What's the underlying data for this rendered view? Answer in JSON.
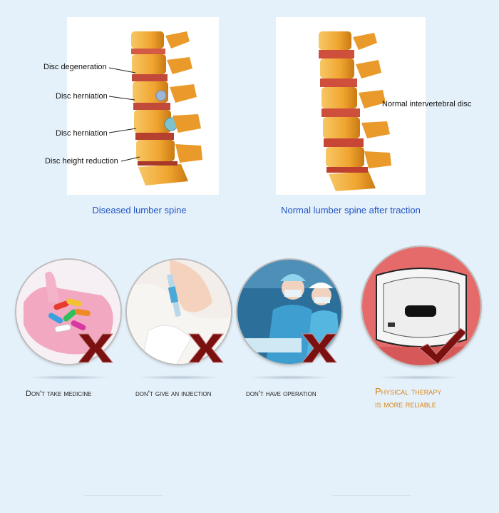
{
  "diseased_panel": {
    "labels": [
      "Disc degeneration",
      "Disc herniation",
      "Disc herniation",
      "Disc height reduction"
    ],
    "caption": "Diseased lumber spine"
  },
  "normal_panel": {
    "label": "Normal intervertebral disc",
    "caption": "Normal lumber spine after traction"
  },
  "treatments": [
    {
      "label": "Don't take medicine",
      "status": "x"
    },
    {
      "label": "don't give an injection",
      "status": "x"
    },
    {
      "label": "don't have operation",
      "status": "x"
    },
    {
      "label_line1": "Physical therapy",
      "label_line2": "is more reliable",
      "status": "check"
    }
  ],
  "colors": {
    "caption": "#2255c4",
    "x_mark": "#7a1010",
    "check_mark": "#7a1010",
    "good_label": "#d98515",
    "bone": "#f0a530",
    "disc": "#c0392b"
  }
}
